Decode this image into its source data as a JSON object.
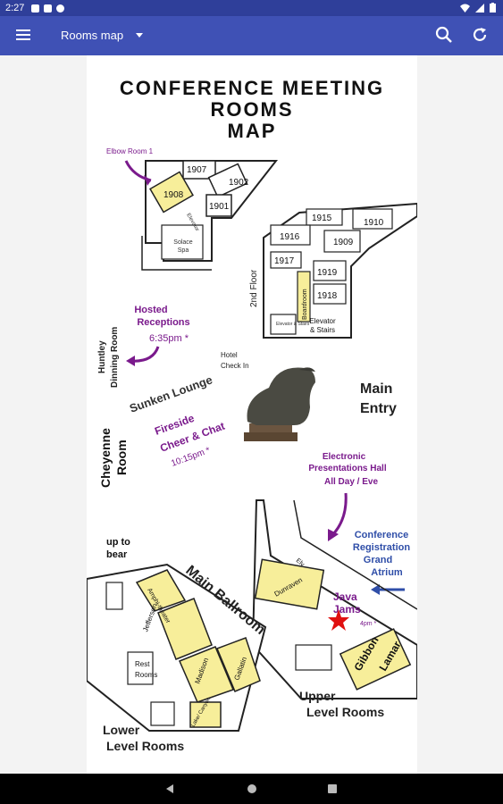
{
  "status_bar": {
    "time": "2:27"
  },
  "app_bar": {
    "title": "Rooms map",
    "menu_icon": "hamburger-menu-icon",
    "search_icon": "search-icon",
    "refresh_icon": "refresh-icon"
  },
  "map": {
    "title_line1": "CONFERENCE MEETING",
    "title_line2": "ROOMS",
    "title_line3": "MAP",
    "elbow_room": "Elbow Room 1",
    "rooms_top": [
      "1907",
      "1908",
      "1902",
      "1901"
    ],
    "elevator_small": "Elevator",
    "solace_spa_1": "Solace",
    "solace_spa_2": "Spa",
    "second_floor": "2nd Floor",
    "rooms_2nd": [
      "1915",
      "1910",
      "1916",
      "1909",
      "1917",
      "1919",
      "1918"
    ],
    "boardroom": "Boardroom",
    "elevator_stairs_small": "Elevator & Stairs",
    "elevator_stairs_1": "Elevator",
    "elevator_stairs_2": "& Stairs",
    "hosted_1": "Hosted",
    "hosted_2": "Receptions",
    "hosted_time": "6:35pm *",
    "huntley_1": "Huntley",
    "huntley_2": "Dinning Room",
    "hotel_checkin_1": "Hotel",
    "hotel_checkin_2": "Check In",
    "sunken_lounge": "Sunken Lounge",
    "fireside_1": "Fireside",
    "fireside_2": "Cheer & Chat",
    "fireside_time": "10:15pm *",
    "cheyenne_1": "Cheyenne",
    "cheyenne_2": "Room",
    "main_entry_1": "Main",
    "main_entry_2": "Entry",
    "electronic_1": "Electronic",
    "electronic_2": "Presentations Hall",
    "electronic_3": "All Day / Eve",
    "registration_1": "Conference",
    "registration_2": "Registration",
    "registration_3": "Grand",
    "registration_4": "Atrium",
    "up_to_bear_1": "up to",
    "up_to_bear_2": "bear",
    "main_ballroom": "Main Ballroom",
    "amphitheater": "Amphi-theater",
    "jefferson": "Jefferson",
    "madison": "Madison",
    "gallatin": "Gallatin",
    "rest_rooms_1": "Rest",
    "rest_rooms_2": "Rooms",
    "lake_canyon": "Lake/ Canyon",
    "lower_level_1": "Lower",
    "lower_level_2": "Level Rooms",
    "dunraven": "Dunraven",
    "java_1": "Java",
    "java_2": "Jams",
    "java_time": "4pm *",
    "gibbon": "Gibbon",
    "lamar": "Lamar",
    "upper_level_1": "Upper",
    "upper_level_2": "Level Rooms",
    "elv_small": "Elv",
    "colors": {
      "purple": "#7a1a8c",
      "blue": "#2f4ea8",
      "room_yellow": "#f7ee9a",
      "red_star": "#e01010",
      "appbar": "#3f51b5"
    }
  }
}
